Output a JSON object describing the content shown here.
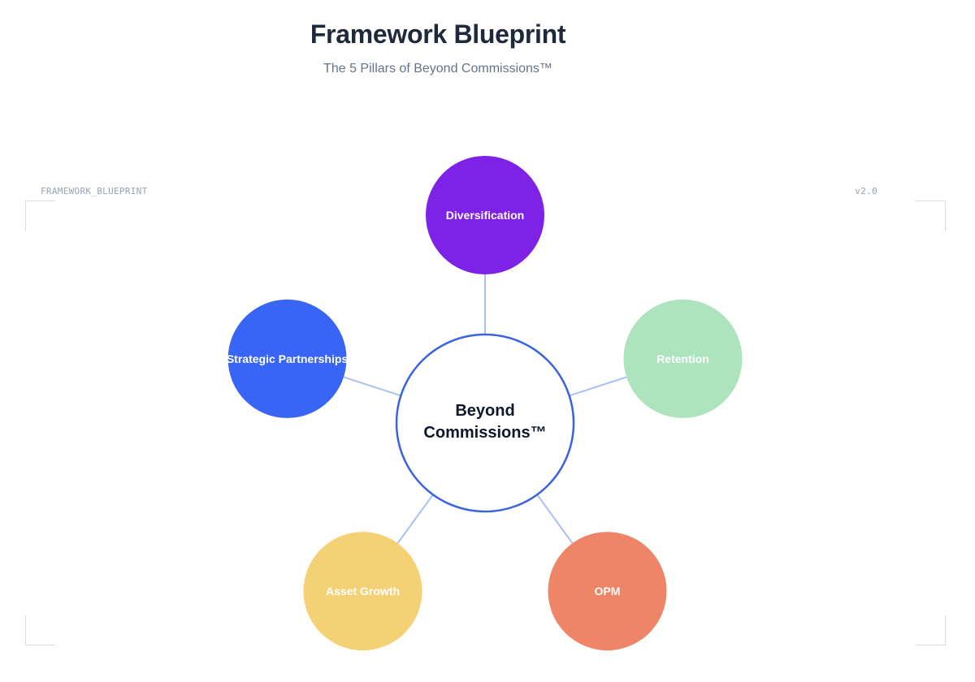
{
  "header": {
    "title": "Framework Blueprint",
    "subtitle": "The 5 Pillars of Beyond Commissions™"
  },
  "frame": {
    "left_label": "FRAMEWORK_BLUEPRINT",
    "right_label": "v2.0"
  },
  "diagram": {
    "center": {
      "lines": [
        "Beyond",
        "Commissions™"
      ],
      "stroke_color": "#3b63e0"
    },
    "connector_color": "#a9c0f2",
    "pillars": [
      {
        "id": "diversification",
        "label": "Diversification",
        "color": "#7e22e8"
      },
      {
        "id": "retention",
        "label": "Retention",
        "color": "#ade3bd"
      },
      {
        "id": "opm",
        "label": "OPM",
        "color": "#ee8566"
      },
      {
        "id": "asset-growth",
        "label": "Asset Growth",
        "color": "#f5d176"
      },
      {
        "id": "strategic-partnerships",
        "label": "Strategic Partnerships",
        "color": "#3865f5"
      }
    ]
  }
}
